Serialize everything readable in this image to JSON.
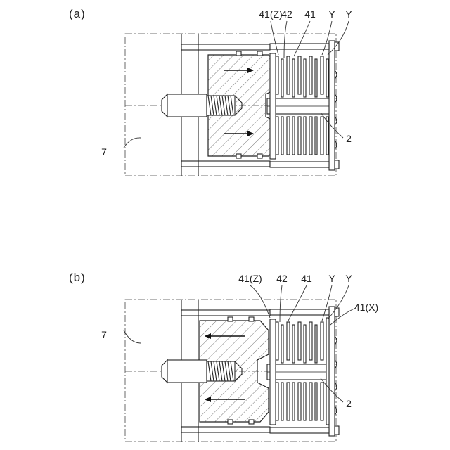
{
  "panels": [
    {
      "id": "a",
      "label": "(a)",
      "callouts": {
        "c41z": "41(Z)",
        "c42": "42",
        "c41": "41",
        "cy1": "Y",
        "cy2": "Y",
        "c2": "2",
        "c7": "7"
      }
    },
    {
      "id": "b",
      "label": "(b)",
      "callouts": {
        "c41z": "41(Z)",
        "c42": "42",
        "c41": "41",
        "cy1": "Y",
        "cy2": "Y",
        "c41x": "41(X)",
        "c2": "2",
        "c7": "7"
      }
    }
  ]
}
